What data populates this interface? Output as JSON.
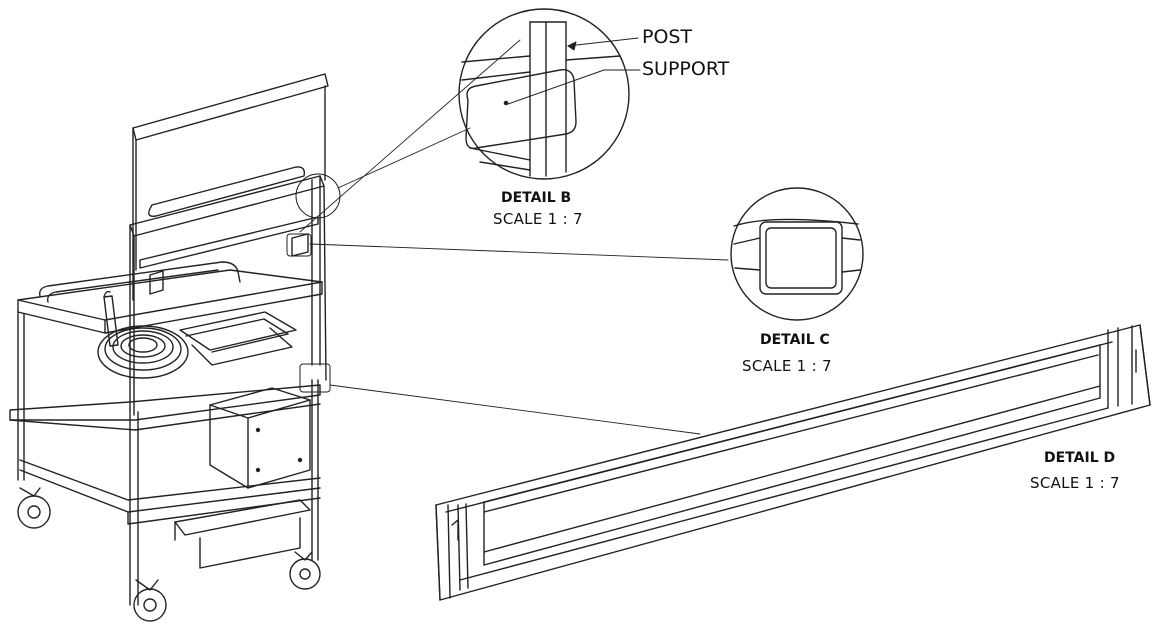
{
  "details": {
    "b": {
      "title": "DETAIL B",
      "scale": "SCALE 1 : 7"
    },
    "c": {
      "title": "DETAIL C",
      "scale": "SCALE 1 : 7"
    },
    "d": {
      "title": "DETAIL D",
      "scale": "SCALE 1 : 7"
    }
  },
  "callouts": {
    "post": "POST",
    "support": "SUPPORT"
  }
}
